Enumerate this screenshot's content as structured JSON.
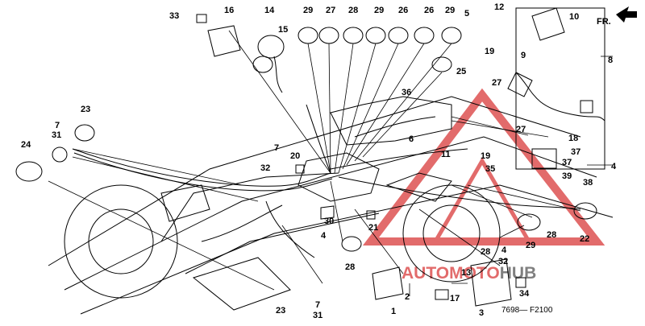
{
  "diagram": {
    "figure_code": "7698— F2100",
    "direction_label": "FR.",
    "watermark": {
      "part1": "AUTOMOTO",
      "part2": "HUB",
      "color": "#d93a3a",
      "color_dark": "#555555"
    },
    "callouts": [
      "33",
      "16",
      "14",
      "15",
      "29",
      "27",
      "28",
      "29",
      "26",
      "26",
      "29",
      "5",
      "12",
      "10",
      "8",
      "9",
      "19",
      "25",
      "36",
      "27",
      "27",
      "18",
      "23",
      "7",
      "31",
      "24",
      "7",
      "32",
      "20",
      "6",
      "11",
      "19",
      "35",
      "37",
      "37",
      "38",
      "4",
      "39",
      "30",
      "4",
      "21",
      "28",
      "29",
      "28",
      "22",
      "4",
      "32",
      "28",
      "13",
      "1",
      "2",
      "17",
      "3",
      "34",
      "23",
      "7",
      "31"
    ]
  }
}
